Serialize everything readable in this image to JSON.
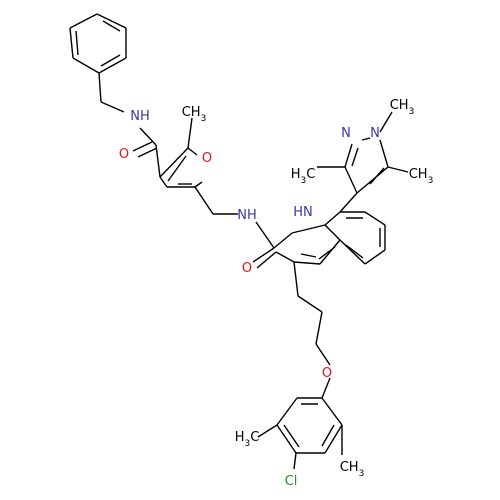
{
  "molecule": {
    "background_color": "#ffffff",
    "bond_color": "#000000",
    "element_colors": {
      "N": "#3a35a8",
      "O": "#e0141b",
      "Cl": "#1a9a1a",
      "C": "#000000"
    },
    "atom_labels": {
      "nh_amide_top": {
        "text": "NH",
        "element": "N"
      },
      "carbonyl_o_top": {
        "text": "O",
        "element": "O"
      },
      "methyl_furan": {
        "text": "CH",
        "sub": "3",
        "element": "C"
      },
      "furan_o": {
        "text": "O",
        "element": "O"
      },
      "nh_amide_mid": {
        "text": "NH",
        "element": "N"
      },
      "carbonyl_o_mid": {
        "text": "O",
        "element": "O"
      },
      "indole_nh": {
        "text": "HN",
        "element": "N"
      },
      "pyrazole_n2": {
        "text": "N",
        "element": "N"
      },
      "pyrazole_n1": {
        "text": "N",
        "element": "N"
      },
      "n_methyl": {
        "text": "CH",
        "sub": "3",
        "element": "C"
      },
      "pyrazole_methyl_left": {
        "text": "H",
        "sub": "3",
        "tail": "C",
        "element": "C"
      },
      "pyrazole_methyl_right": {
        "text": "CH",
        "sub": "3",
        "element": "C"
      },
      "ether_o": {
        "text": "O",
        "element": "O"
      },
      "aryl_methyl_left": {
        "text": "H",
        "sub": "3",
        "tail": "C",
        "element": "C"
      },
      "aryl_methyl_right": {
        "text": "CH",
        "sub": "3",
        "element": "C"
      },
      "chloro": {
        "text": "Cl",
        "element": "Cl"
      }
    }
  }
}
